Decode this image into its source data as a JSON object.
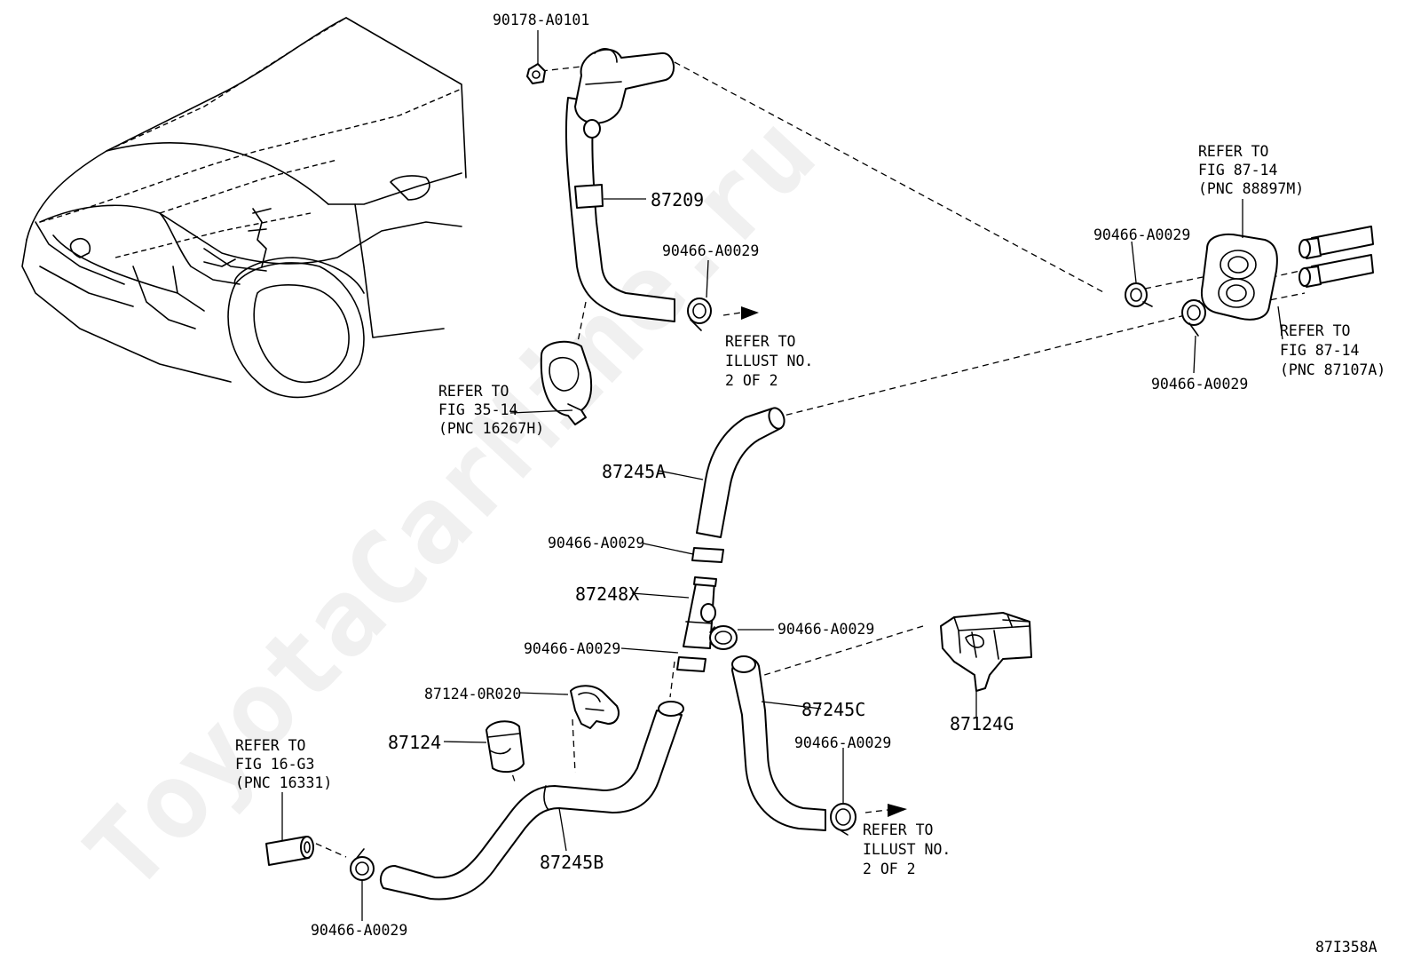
{
  "watermark": "ToyotaCarMine.ru",
  "figure_id": "87I358A",
  "labels": {
    "p90178": "90178-A0101",
    "p87209": "87209",
    "p90466_upper": "90466-A0029",
    "p90466_right_top": "90466-A0029",
    "p90466_right_bottom": "90466-A0029",
    "p87245A": "87245A",
    "p90466_a": "90466-A0029",
    "p87248X": "87248X",
    "p90466_b": "90466-A0029",
    "p90466_c": "90466-A0029",
    "p87124_0R020": "87124-0R020",
    "p87124": "87124",
    "p87245C": "87245C",
    "p87124G": "87124G",
    "p90466_d": "90466-A0029",
    "p87245B": "87245B",
    "p90466_e": "90466-A0029"
  },
  "refs": {
    "fig35_14": [
      "REFER TO",
      "FIG 35-14",
      "(PNC 16267H)"
    ],
    "illust_upper": [
      "REFER TO",
      "ILLUST NO.",
      "2 OF 2"
    ],
    "fig87_14_top": [
      "REFER TO",
      "FIG 87-14",
      "(PNC 88897M)"
    ],
    "fig87_14_bottom": [
      "REFER TO",
      "FIG 87-14",
      "(PNC 87107A)"
    ],
    "fig16_g3": [
      "REFER TO",
      "FIG 16-G3",
      "(PNC 16331)"
    ],
    "illust_lower": [
      "REFER TO",
      "ILLUST NO.",
      "2 OF 2"
    ]
  }
}
